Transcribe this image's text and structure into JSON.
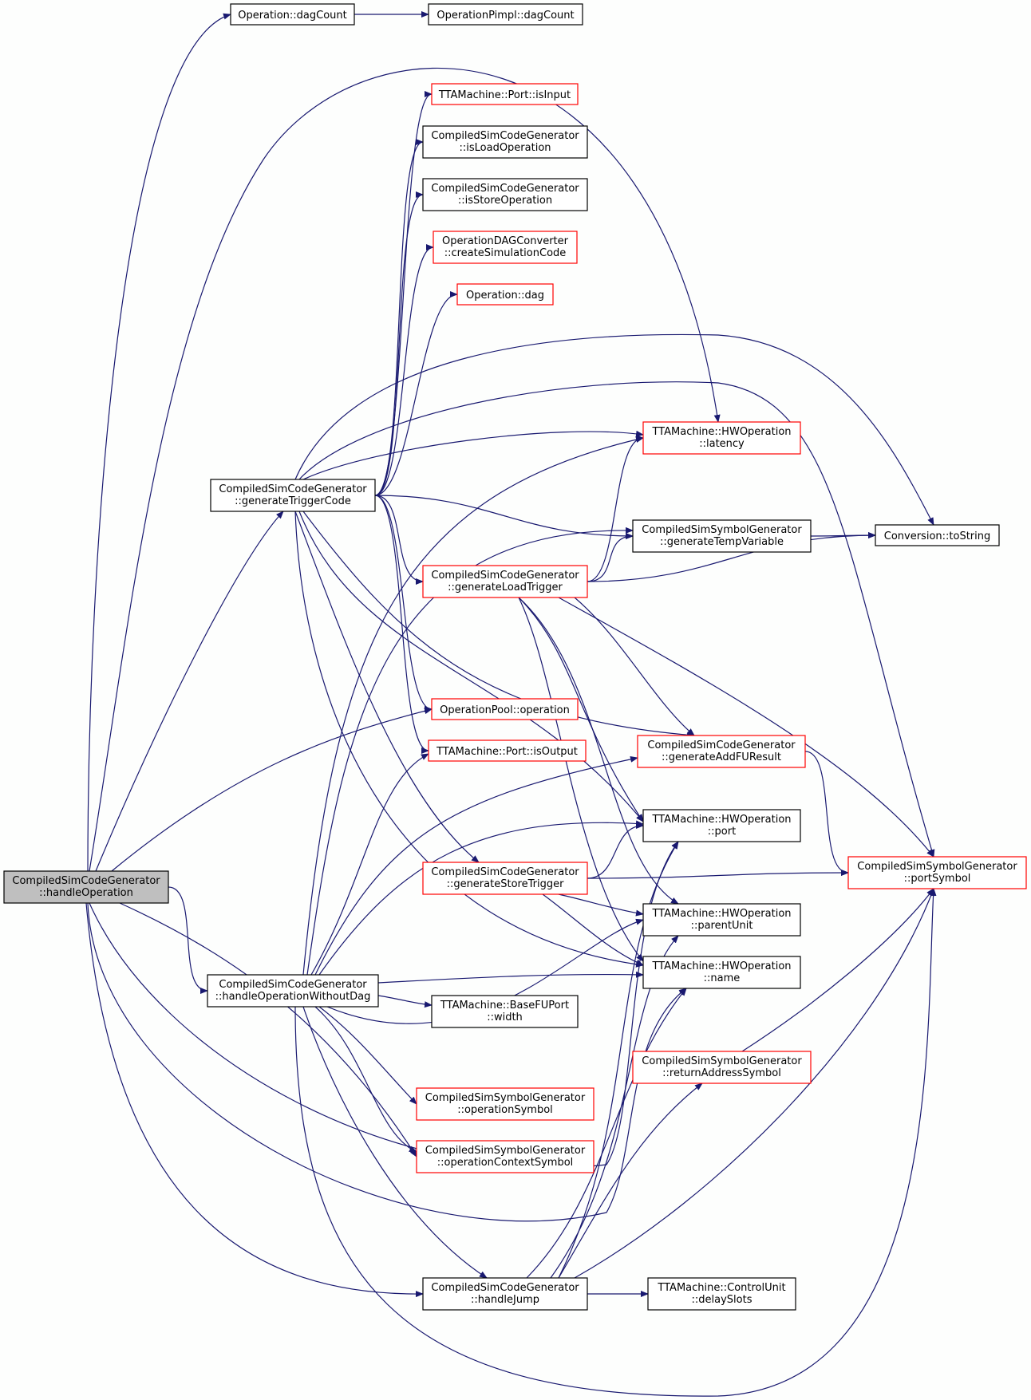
{
  "colors": {
    "edge": "#191970",
    "node_border_default": "#000000",
    "node_border_undocumented": "#ff0000",
    "node_fill": "#ffffff",
    "node_fill_focus": "#bfbfbf",
    "background": "#fdfefd"
  },
  "nodes": [
    {
      "id": "handleOperation",
      "lines": [
        "CompiledSimCodeGenerator",
        "::handleOperation"
      ],
      "style": "focus"
    },
    {
      "id": "dagCount",
      "lines": [
        "Operation::dagCount"
      ],
      "style": "default"
    },
    {
      "id": "pimplDagCount",
      "lines": [
        "OperationPimpl::dagCount"
      ],
      "style": "default"
    },
    {
      "id": "isInput",
      "lines": [
        "TTAMachine::Port::isInput"
      ],
      "style": "red"
    },
    {
      "id": "isLoadOperation",
      "lines": [
        "CompiledSimCodeGenerator",
        "::isLoadOperation"
      ],
      "style": "default"
    },
    {
      "id": "isStoreOperation",
      "lines": [
        "CompiledSimCodeGenerator",
        "::isStoreOperation"
      ],
      "style": "default"
    },
    {
      "id": "createSimulationCode",
      "lines": [
        "OperationDAGConverter",
        "::createSimulationCode"
      ],
      "style": "red"
    },
    {
      "id": "operationDag",
      "lines": [
        "Operation::dag"
      ],
      "style": "red"
    },
    {
      "id": "latency",
      "lines": [
        "TTAMachine::HWOperation",
        "::latency"
      ],
      "style": "red"
    },
    {
      "id": "generateTriggerCode",
      "lines": [
        "CompiledSimCodeGenerator",
        "::generateTriggerCode"
      ],
      "style": "default"
    },
    {
      "id": "generateTempVariable",
      "lines": [
        "CompiledSimSymbolGenerator",
        "::generateTempVariable"
      ],
      "style": "default"
    },
    {
      "id": "toString",
      "lines": [
        "Conversion::toString"
      ],
      "style": "default"
    },
    {
      "id": "generateLoadTrigger",
      "lines": [
        "CompiledSimCodeGenerator",
        "::generateLoadTrigger"
      ],
      "style": "red"
    },
    {
      "id": "poolOperation",
      "lines": [
        "OperationPool::operation"
      ],
      "style": "red"
    },
    {
      "id": "isOutput",
      "lines": [
        "TTAMachine::Port::isOutput"
      ],
      "style": "red"
    },
    {
      "id": "generateAddFUResult",
      "lines": [
        "CompiledSimCodeGenerator",
        "::generateAddFUResult"
      ],
      "style": "red"
    },
    {
      "id": "hwPort",
      "lines": [
        "TTAMachine::HWOperation",
        "::port"
      ],
      "style": "default"
    },
    {
      "id": "generateStoreTrigger",
      "lines": [
        "CompiledSimCodeGenerator",
        "::generateStoreTrigger"
      ],
      "style": "red"
    },
    {
      "id": "portSymbol",
      "lines": [
        "CompiledSimSymbolGenerator",
        "::portSymbol"
      ],
      "style": "red"
    },
    {
      "id": "parentUnit",
      "lines": [
        "TTAMachine::HWOperation",
        "::parentUnit"
      ],
      "style": "default"
    },
    {
      "id": "handleOperationWithoutDag",
      "lines": [
        "CompiledSimCodeGenerator",
        "::handleOperationWithoutDag"
      ],
      "style": "default"
    },
    {
      "id": "hwName",
      "lines": [
        "TTAMachine::HWOperation",
        "::name"
      ],
      "style": "default"
    },
    {
      "id": "baseFUPortWidth",
      "lines": [
        "TTAMachine::BaseFUPort",
        "::width"
      ],
      "style": "default"
    },
    {
      "id": "returnAddressSymbol",
      "lines": [
        "CompiledSimSymbolGenerator",
        "::returnAddressSymbol"
      ],
      "style": "red"
    },
    {
      "id": "operationSymbol",
      "lines": [
        "CompiledSimSymbolGenerator",
        "::operationSymbol"
      ],
      "style": "red"
    },
    {
      "id": "operationContextSymbol",
      "lines": [
        "CompiledSimSymbolGenerator",
        "::operationContextSymbol"
      ],
      "style": "red"
    },
    {
      "id": "handleJump",
      "lines": [
        "CompiledSimCodeGenerator",
        "::handleJump"
      ],
      "style": "default"
    },
    {
      "id": "delaySlots",
      "lines": [
        "TTAMachine::ControlUnit",
        "::delaySlots"
      ],
      "style": "default"
    }
  ],
  "edges": [
    {
      "from": "handleOperation",
      "to": "dagCount"
    },
    {
      "from": "dagCount",
      "to": "pimplDagCount"
    },
    {
      "from": "handleOperation",
      "to": "generateTriggerCode"
    },
    {
      "from": "handleOperation",
      "to": "poolOperation"
    },
    {
      "from": "handleOperation",
      "to": "latency"
    },
    {
      "from": "handleOperation",
      "to": "handleOperationWithoutDag"
    },
    {
      "from": "handleOperation",
      "to": "operationContextSymbol"
    },
    {
      "from": "handleOperation",
      "to": "hwPort"
    },
    {
      "from": "handleOperation",
      "to": "hwName"
    },
    {
      "from": "handleOperation",
      "to": "handleJump"
    },
    {
      "from": "generateTriggerCode",
      "to": "isInput"
    },
    {
      "from": "generateTriggerCode",
      "to": "isLoadOperation"
    },
    {
      "from": "generateTriggerCode",
      "to": "isStoreOperation"
    },
    {
      "from": "generateTriggerCode",
      "to": "createSimulationCode"
    },
    {
      "from": "generateTriggerCode",
      "to": "operationDag"
    },
    {
      "from": "generateTriggerCode",
      "to": "toString"
    },
    {
      "from": "generateTriggerCode",
      "to": "portSymbol"
    },
    {
      "from": "generateTriggerCode",
      "to": "latency"
    },
    {
      "from": "generateTriggerCode",
      "to": "generateTempVariable"
    },
    {
      "from": "generateTriggerCode",
      "to": "generateLoadTrigger"
    },
    {
      "from": "generateTriggerCode",
      "to": "poolOperation"
    },
    {
      "from": "generateTriggerCode",
      "to": "isOutput"
    },
    {
      "from": "generateTriggerCode",
      "to": "generateAddFUResult"
    },
    {
      "from": "generateTriggerCode",
      "to": "hwPort"
    },
    {
      "from": "generateTriggerCode",
      "to": "generateStoreTrigger"
    },
    {
      "from": "generateTriggerCode",
      "to": "hwName"
    },
    {
      "from": "generateTempVariable",
      "to": "toString"
    },
    {
      "from": "generateLoadTrigger",
      "to": "latency"
    },
    {
      "from": "generateLoadTrigger",
      "to": "generateTempVariable"
    },
    {
      "from": "generateLoadTrigger",
      "to": "toString"
    },
    {
      "from": "generateLoadTrigger",
      "to": "generateAddFUResult"
    },
    {
      "from": "generateLoadTrigger",
      "to": "hwPort"
    },
    {
      "from": "generateLoadTrigger",
      "to": "portSymbol"
    },
    {
      "from": "generateLoadTrigger",
      "to": "parentUnit"
    },
    {
      "from": "generateLoadTrigger",
      "to": "hwName"
    },
    {
      "from": "generateAddFUResult",
      "to": "portSymbol"
    },
    {
      "from": "generateStoreTrigger",
      "to": "hwPort"
    },
    {
      "from": "generateStoreTrigger",
      "to": "portSymbol"
    },
    {
      "from": "generateStoreTrigger",
      "to": "parentUnit"
    },
    {
      "from": "generateStoreTrigger",
      "to": "hwName"
    },
    {
      "from": "handleOperationWithoutDag",
      "to": "latency"
    },
    {
      "from": "handleOperationWithoutDag",
      "to": "generateTempVariable"
    },
    {
      "from": "handleOperationWithoutDag",
      "to": "isOutput"
    },
    {
      "from": "handleOperationWithoutDag",
      "to": "generateAddFUResult"
    },
    {
      "from": "handleOperationWithoutDag",
      "to": "hwPort"
    },
    {
      "from": "handleOperationWithoutDag",
      "to": "hwName"
    },
    {
      "from": "handleOperationWithoutDag",
      "to": "baseFUPortWidth"
    },
    {
      "from": "handleOperationWithoutDag",
      "to": "operationSymbol"
    },
    {
      "from": "handleOperationWithoutDag",
      "to": "operationContextSymbol"
    },
    {
      "from": "handleOperationWithoutDag",
      "to": "handleJump"
    },
    {
      "from": "handleOperationWithoutDag",
      "to": "portSymbol"
    },
    {
      "from": "handleOperationWithoutDag",
      "to": "parentUnit"
    },
    {
      "from": "handleJump",
      "to": "delaySlots"
    },
    {
      "from": "handleJump",
      "to": "returnAddressSymbol"
    },
    {
      "from": "handleJump",
      "to": "portSymbol"
    },
    {
      "from": "handleJump",
      "to": "hwName"
    },
    {
      "from": "handleJump",
      "to": "hwPort"
    },
    {
      "from": "handleJump",
      "to": "parentUnit"
    },
    {
      "from": "returnAddressSymbol",
      "to": "portSymbol"
    }
  ]
}
